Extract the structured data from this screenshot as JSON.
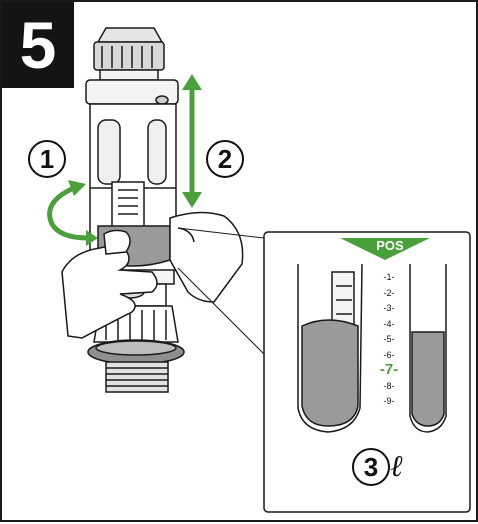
{
  "step_number": "5",
  "labels": {
    "rotate": "1",
    "lift": "2",
    "volume": "3"
  },
  "scale": {
    "marker": "POS",
    "ticks": [
      "-1-",
      "-2-",
      "-3-",
      "-4-",
      "-5-",
      "-6-",
      "-7-",
      "-8-",
      "-9-"
    ],
    "highlighted_index": 6
  },
  "unit_symbol": "ℓ",
  "colors": {
    "arrow": "#4aa13c",
    "badge": "#141414",
    "water": "#9a9a9a",
    "line": "#1a1a1a"
  }
}
